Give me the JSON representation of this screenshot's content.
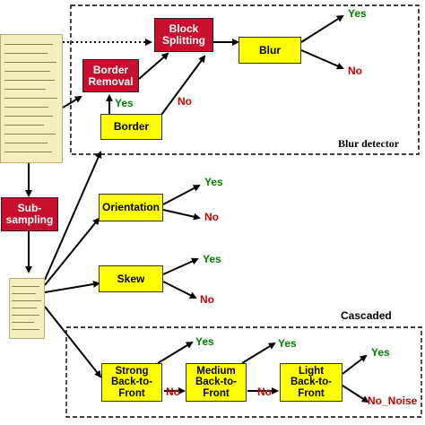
{
  "colors": {
    "process_box": "#ffff00",
    "preprocess_box": "#c8102e",
    "yes": "#008000",
    "no": "#cc0000"
  },
  "groups": {
    "blur_detector": "Blur detector",
    "cascaded": "Cascaded"
  },
  "nodes": {
    "block_splitting": "Block\nSplitting",
    "border_removal": "Border\nRemoval",
    "blur": "Blur",
    "border": "Border",
    "sub_sampling": "Sub-\nsampling",
    "orientation": "Orientation",
    "skew": "Skew",
    "strong": "Strong\nBack-to-\nFront",
    "medium": "Medium\nBack-to-\nFront",
    "light": "Light\nBack-to-\nFront"
  },
  "labels": {
    "blur_yes": "Yes",
    "blur_no": "No",
    "border_yes": "Yes",
    "border_no": "No",
    "orientation_yes": "Yes",
    "orientation_no": "No",
    "skew_yes": "Yes",
    "skew_no": "No",
    "strong_yes": "Yes",
    "strong_no": "No",
    "medium_yes": "Yes",
    "medium_no": "No",
    "light_yes": "Yes",
    "light_no": "No_Noise"
  },
  "images": {
    "original_document": "document-image",
    "subsampled_document": "document-image"
  }
}
